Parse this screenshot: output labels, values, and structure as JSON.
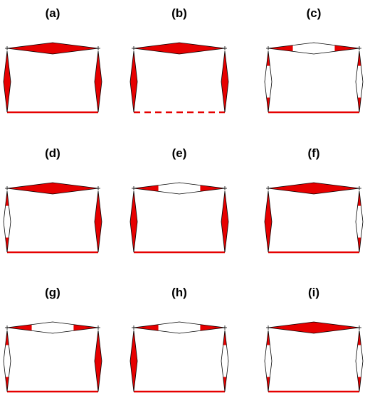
{
  "colors": {
    "fill": "#e60000",
    "line": "#000000",
    "base": "#e60000",
    "hollow": "#ffffff"
  },
  "panels": [
    {
      "label": "(a)",
      "top": "full",
      "left": "full",
      "right": "full",
      "bottom": "solid"
    },
    {
      "label": "(b)",
      "top": "full",
      "left": "full",
      "right": "full",
      "bottom": "dashed"
    },
    {
      "label": "(c)",
      "top": "split",
      "left": "split",
      "right": "split",
      "bottom": "solid"
    },
    {
      "label": "(d)",
      "top": "full",
      "left": "split",
      "right": "full",
      "bottom": "solid"
    },
    {
      "label": "(e)",
      "top": "split",
      "left": "full",
      "right": "full",
      "bottom": "solid"
    },
    {
      "label": "(f)",
      "top": "full",
      "left": "full",
      "right": "split",
      "bottom": "solid"
    },
    {
      "label": "(g)",
      "top": "split",
      "left": "split",
      "right": "full",
      "bottom": "solid"
    },
    {
      "label": "(h)",
      "top": "split",
      "left": "full",
      "right": "split",
      "bottom": "solid"
    },
    {
      "label": "(i)",
      "top": "full",
      "left": "split",
      "right": "split",
      "bottom": "solid"
    }
  ]
}
